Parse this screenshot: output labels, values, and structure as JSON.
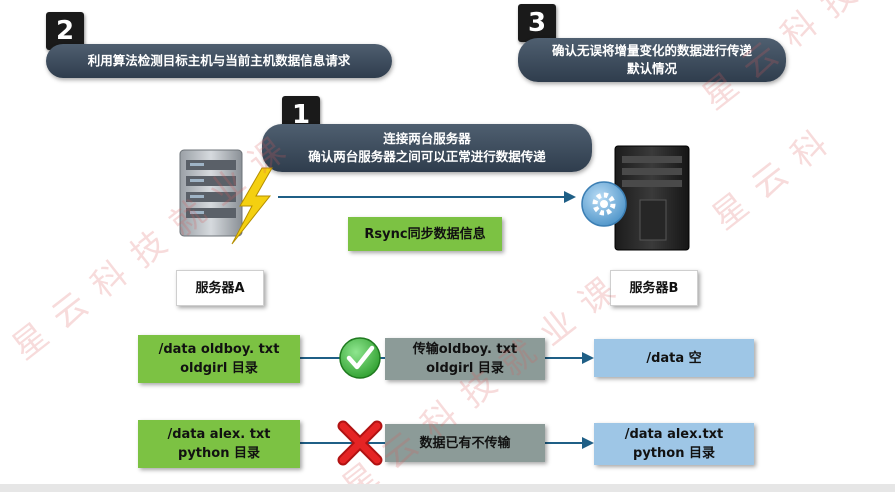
{
  "steps": [
    {
      "number": "1",
      "lines": [
        "连接两台服务器",
        "确认两台服务器之间可以正常进行数据传递"
      ]
    },
    {
      "number": "2",
      "lines": [
        "利用算法检测目标主机与当前主机数据信息请求"
      ]
    },
    {
      "number": "3",
      "lines": [
        "确认无误将增量变化的数据进行传递",
        "默认情况"
      ]
    }
  ],
  "sync_label": "Rsync同步数据信息",
  "server_a": {
    "label": "服务器A",
    "icon": "server-tower-icon"
  },
  "server_b": {
    "label": "服务器B",
    "icon": "server-tower-icon"
  },
  "rows": [
    {
      "source": [
        "/data  oldboy. txt",
        "oldgirl 目录"
      ],
      "status_icon": "check-icon",
      "status_color": "#3db93d",
      "action": [
        "传输oldboy. txt",
        "oldgirl 目录"
      ],
      "target": [
        "/data  空"
      ]
    },
    {
      "source": [
        "/data  alex. txt",
        "python 目录"
      ],
      "status_icon": "cross-icon",
      "status_color": "#e02020",
      "action": [
        "数据已有不传输"
      ],
      "target": [
        "/data  alex.txt",
        "python  目录"
      ]
    }
  ],
  "watermark": [
    "星云科技就业课",
    "星云科技就业课",
    "星云科",
    "星云科技"
  ],
  "colors": {
    "green": "#7cc243",
    "gray": "#8c9b98",
    "blue": "#9ec6e6",
    "pill": "#3a4858",
    "arrow": "#1f5f86",
    "bolt": "#f4d010"
  }
}
